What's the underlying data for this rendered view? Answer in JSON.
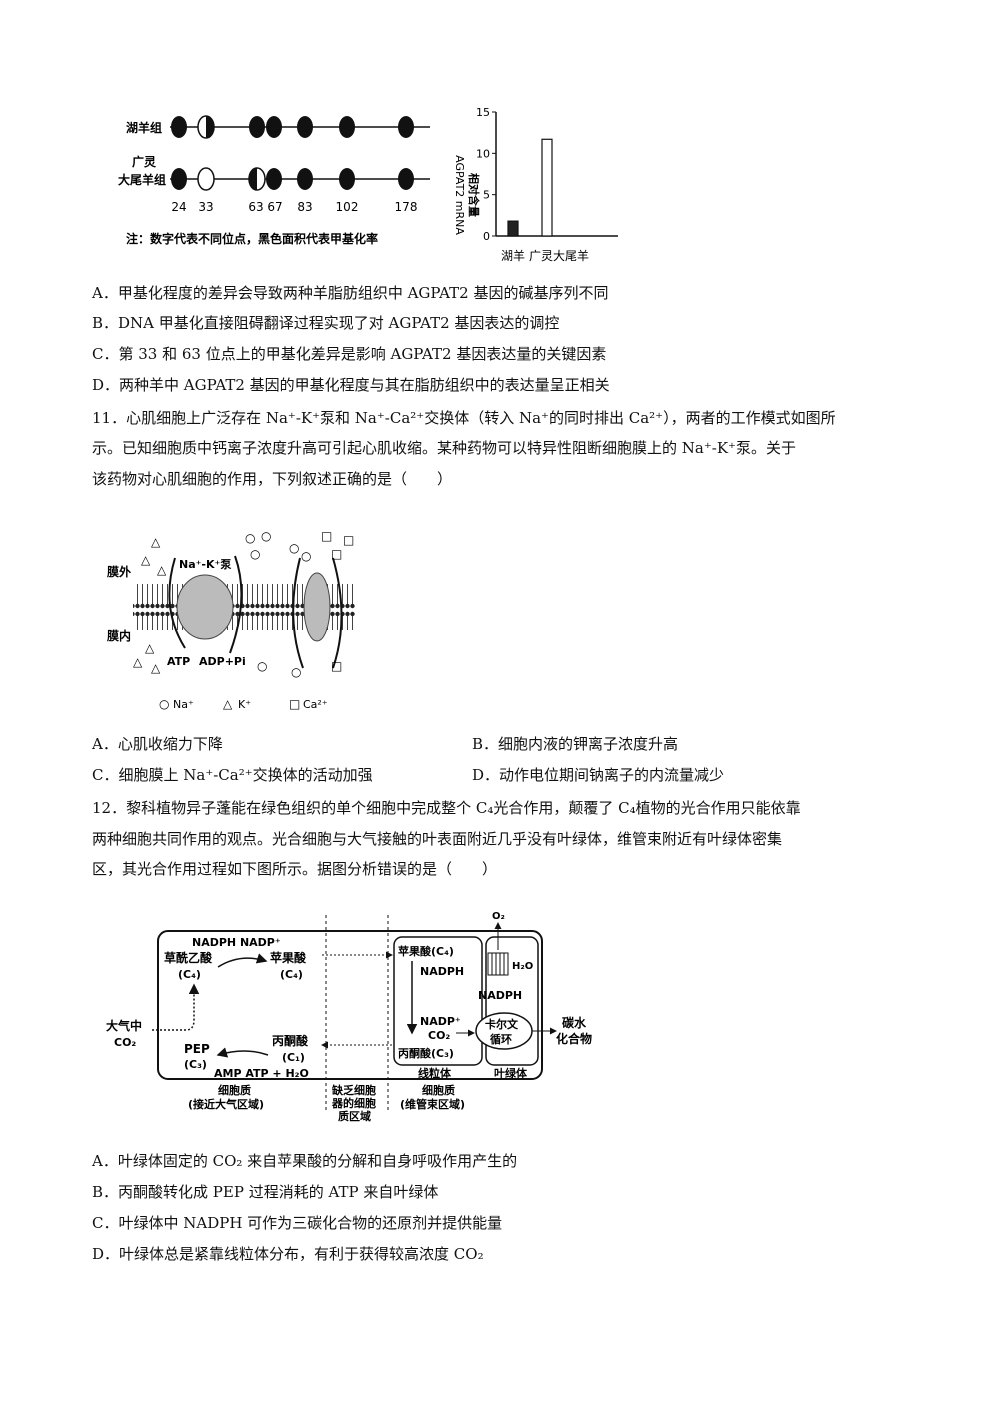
{
  "q10": {
    "figure": {
      "row1_label": "湖羊组",
      "row2_label_line1": "广灵",
      "row2_label_line2": "大尾羊组",
      "positions": [
        "24",
        "33",
        "63",
        "67",
        "83",
        "102",
        "178"
      ],
      "note": "注：数字代表不同位点，黑色面积代表甲基化率",
      "chart_data": {
        "type": "bar",
        "categories": [
          "湖羊",
          "广灵大尾羊"
        ],
        "values": [
          1.8,
          11.7
        ],
        "ylabel": "AGPAT2 mRNA 相对含量",
        "ylim": [
          0,
          15
        ],
        "yticks": [
          "0",
          "5",
          "10",
          "15"
        ]
      }
    },
    "options": [
      "A．甲基化程度的差异会导致两种羊脂肪组织中 AGPAT2 基因的碱基序列不同",
      "B．DNA 甲基化直接阻碍翻译过程实现了对 AGPAT2 基因表达的调控",
      "C．第 33 和 63 位点上的甲基化差异是影响 AGPAT2 基因表达量的关键因素",
      "D．两种羊中 AGPAT2 基因的甲基化程度与其在脂肪组织中的表达量呈正相关"
    ]
  },
  "q11": {
    "stem_line1": "11．心肌细胞上广泛存在 Na⁺-K⁺泵和 Na⁺-Ca²⁺交换体（转入 Na⁺的同时排出 Ca²⁺），两者的工作模式如图所",
    "stem_line2": "示。已知细胞质中钙离子浓度升高可引起心肌收缩。某种药物可以特异性阻断细胞膜上的 Na⁺-K⁺泵。关于",
    "stem_line3": "该药物对心肌细胞的作用，下列叙述正确的是（　　）",
    "figure": {
      "outside": "膜外",
      "inside": "膜内",
      "pump": "Na⁺-K⁺泵",
      "atp": "ATP",
      "adp": "ADP+Pi",
      "legend_na": "Na⁺",
      "legend_k": "K⁺",
      "legend_ca": "Ca²⁺"
    },
    "options": {
      "a": "A．心肌收缩力下降",
      "b": "B．细胞内液的钾离子浓度升高",
      "c": "C．细胞膜上 Na⁺-Ca²⁺交换体的活动加强",
      "d": "D．动作电位期间钠离子的内流量减少"
    }
  },
  "q12": {
    "stem_line1": "12．黎科植物异子蓬能在绿色组织的单个细胞中完成整个 C₄光合作用，颠覆了 C₄植物的光合作用只能依靠",
    "stem_line2": "两种细胞共同作用的观点。光合细胞与大气接触的叶表面附近几乎没有叶绿体，维管束附近有叶绿体密集",
    "stem_line3": "区，其光合作用过程如下图所示。据图分析错误的是（　　）",
    "figure": {
      "nadph_nadp": "NADPH NADP⁺",
      "oaa": "草酰乙酸",
      "c4": "(C₄)",
      "malate": "苹果酸",
      "atm1": "大气中",
      "atm2": "CO₂",
      "pep": "PEP",
      "c3": "(C₃)",
      "pyruvate": "丙酮酸",
      "c1": "(C₁)",
      "amp": "AMP  ATP + H₂O",
      "cyto1_l1": "细胞质",
      "cyto1_l2": "(接近大气区域)",
      "mid_l1": "缺乏细胞",
      "mid_l2": "器的细胞",
      "mid_l3": "质区域",
      "mito_malate": "苹果酸(C₄)",
      "mito_nadph": "NADPH",
      "mito_nadp": "NADP⁺",
      "mito_co2": "CO₂",
      "mito_pyr": "丙酮酸(C₃)",
      "mito": "线粒体",
      "o2": "O₂",
      "h2o": "H₂O",
      "chl_nadph": "NADPH",
      "calvin_l1": "卡尔文",
      "calvin_l2": "循环",
      "chloroplast": "叶绿体",
      "carb_l1": "碳水",
      "carb_l2": "化合物",
      "cyto2_l1": "细胞质",
      "cyto2_l2": "(维管束区域)"
    },
    "options": [
      "A．叶绿体固定的 CO₂ 来自苹果酸的分解和自身呼吸作用产生的",
      "B．丙酮酸转化成 PEP 过程消耗的 ATP 来自叶绿体",
      "C．叶绿体中 NADPH 可作为三碳化合物的还原剂并提供能量",
      "D．叶绿体总是紧靠线粒体分布，有利于获得较高浓度 CO₂"
    ]
  }
}
